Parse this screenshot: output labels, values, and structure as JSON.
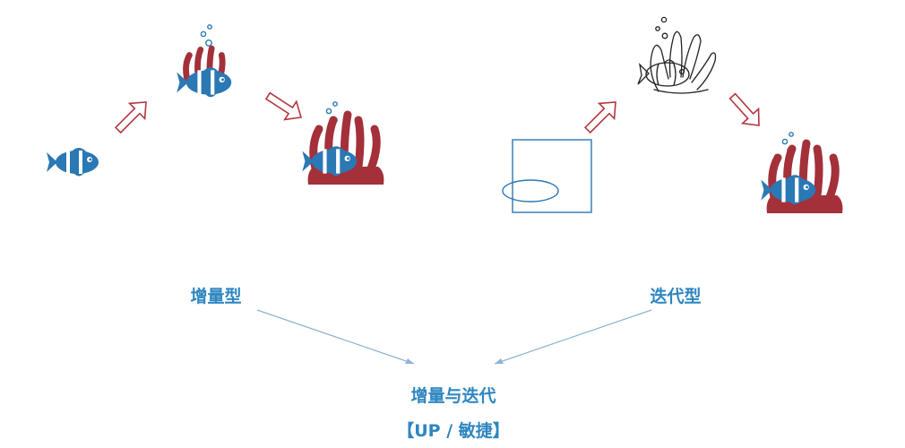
{
  "labels": {
    "incremental": "增量型",
    "iterative": "迭代型",
    "combined": "增量与迭代",
    "agile": "【UP / 敏捷】"
  },
  "colors": {
    "fish_blue": "#2a78b4",
    "coral_red": "#a4303a",
    "arrow_red": "#b5353d",
    "label_blue": "#2e86c1",
    "connector": "#8fb3d3",
    "sketch": "#222222"
  },
  "icons": [
    "fish-icon",
    "fish-with-small-coral-icon",
    "fish-with-coral-icon",
    "sketch-frame-icon",
    "outline-fish-coral-icon",
    "fish-with-coral-icon"
  ]
}
